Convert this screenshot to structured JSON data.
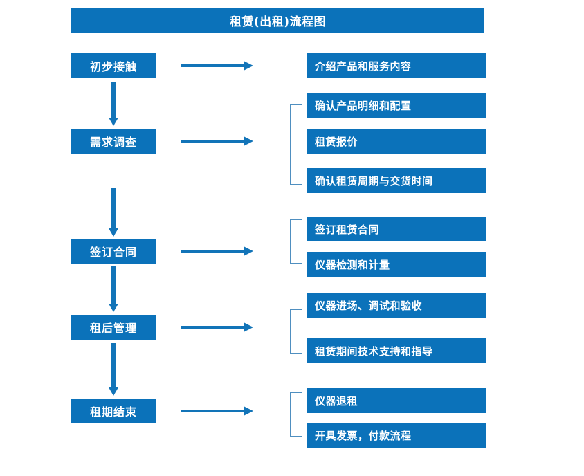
{
  "title": "租赁(出租)流程图",
  "colors": {
    "box_fill": "#0b72ba",
    "box_text": "#ffffff",
    "arrow": "#1274b8",
    "bracket": "#4f8fc0",
    "background": "#ffffff"
  },
  "stages": [
    {
      "label": "初步接触"
    },
    {
      "label": "需求调查"
    },
    {
      "label": "签订合同"
    },
    {
      "label": "租后管理"
    },
    {
      "label": "租期结束"
    }
  ],
  "details": [
    {
      "label": "介绍产品和服务内容"
    },
    {
      "label": "确认产品明细和配置"
    },
    {
      "label": "租赁报价"
    },
    {
      "label": "确认租赁周期与交货时间"
    },
    {
      "label": "签订租赁合同"
    },
    {
      "label": "仪器检测和计量"
    },
    {
      "label": "仪器进场、调试和验收"
    },
    {
      "label": "租赁期间技术支持和指导"
    },
    {
      "label": "仪器退租"
    },
    {
      "label": "开具发票，付款流程"
    }
  ]
}
